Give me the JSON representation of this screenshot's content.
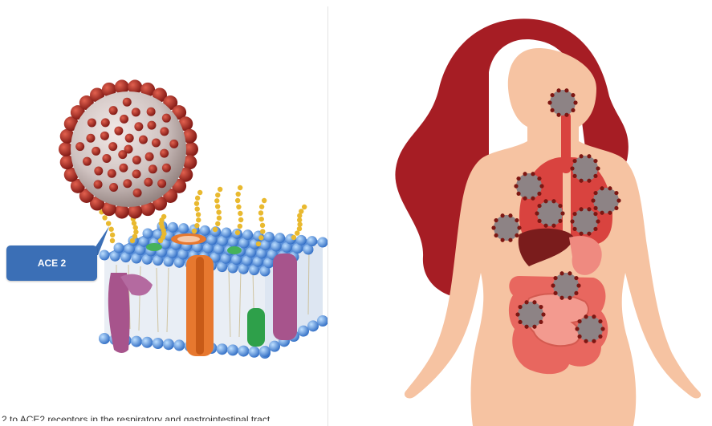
{
  "callout": {
    "label": "ACE 2"
  },
  "caption": {
    "text": "2 to ACE2 receptors in the respiratory and gastrointestinal tract"
  },
  "colors": {
    "callout_blue": "#3b6fb6",
    "virus_red": "#b0302b",
    "membrane_blue": "#4a86d4",
    "skin": "#f6c3a2",
    "hair": "#a61d24",
    "lungs": "#d9433f",
    "intestine": "#e8675f"
  },
  "icons": {
    "virus": "coronavirus-particle",
    "membrane": "cell-membrane-cross-section",
    "body": "female-body-silhouette"
  }
}
